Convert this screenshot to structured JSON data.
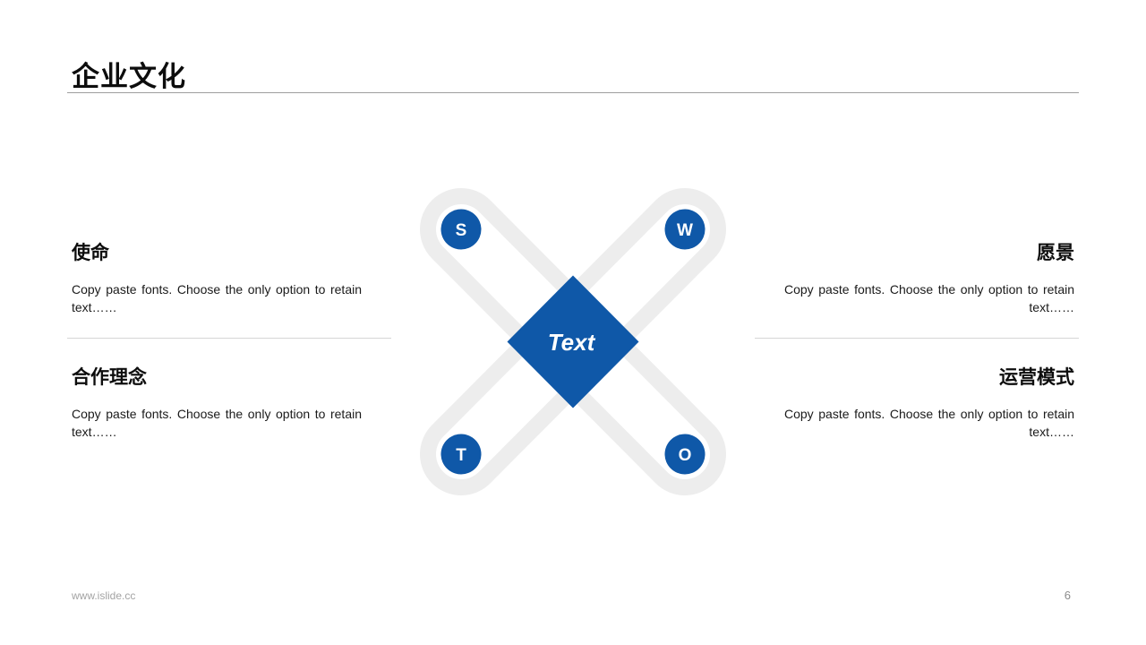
{
  "slide": {
    "title": "企业文化",
    "footer": {
      "website": "www.islide.cc",
      "page_number": "6"
    }
  },
  "sections": {
    "left": [
      {
        "heading": "使命",
        "body": "Copy paste fonts. Choose the only option to retain text……"
      },
      {
        "heading": "合作理念",
        "body": "Copy paste fonts. Choose the only option to retain text……"
      }
    ],
    "right": [
      {
        "heading": "愿景",
        "body": "Copy paste fonts. Choose the only option to retain text……"
      },
      {
        "heading": "运营模式",
        "body": "Copy paste fonts. Choose the only option to retain text……"
      }
    ]
  },
  "diagram": {
    "type": "swot-cross",
    "center_label": "Text",
    "nodes": [
      {
        "id": "swot-s",
        "label": "S",
        "position": "top-left"
      },
      {
        "id": "swot-w",
        "label": "W",
        "position": "top-right"
      },
      {
        "id": "swot-t",
        "label": "T",
        "position": "bottom-left"
      },
      {
        "id": "swot-o",
        "label": "O",
        "position": "bottom-right"
      }
    ],
    "colors": {
      "accent_blue": "#0f58a8",
      "capsule_gray": "#ededed",
      "background": "#ffffff"
    }
  }
}
